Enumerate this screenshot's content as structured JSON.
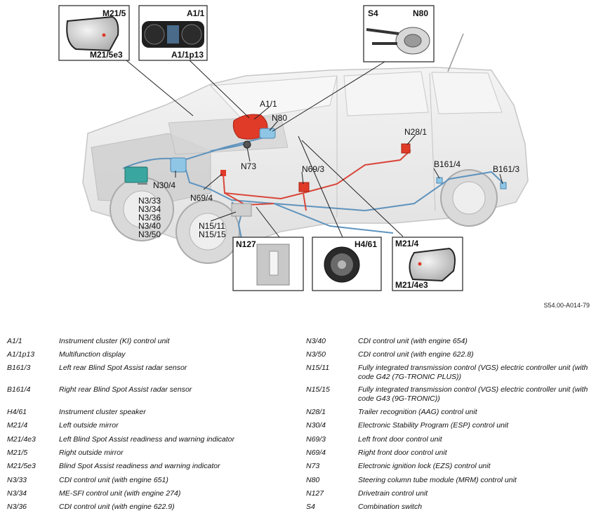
{
  "diagram": {
    "reference": "S54.00-A014-79",
    "callouts": {
      "m21_5": "M21/5",
      "m21_5e3": "M21/5e3",
      "a1_1": "A1/1",
      "a1_1p13": "A1/1p13",
      "s4": "S4",
      "n80_box": "N80",
      "a1_1_car": "A1/1",
      "n80_car": "N80",
      "n28_1": "N28/1",
      "b161_4": "B161/4",
      "b161_3": "B161/3",
      "n73": "N73",
      "n69_3": "N69/3",
      "n30_4": "N30/4",
      "n69_4": "N69/4",
      "n3_33": "N3/33",
      "n3_34": "N3/34",
      "n3_36": "N3/36",
      "n3_40": "N3/40",
      "n3_50": "N3/50",
      "n15_11": "N15/11",
      "n15_15": "N15/15",
      "n127": "N127",
      "h4_61": "H4/61",
      "m21_4": "M21/4",
      "m21_4e3": "M21/4e3"
    }
  },
  "legend": {
    "left": [
      {
        "code": "A1/1",
        "desc": "Instrument cluster (KI) control unit"
      },
      {
        "code": "A1/1p13",
        "desc": "Multifunction display"
      },
      {
        "code": "B161/3",
        "desc": "Left rear Blind Spot Assist radar sensor"
      },
      {
        "code": "B161/4",
        "desc": "Right rear Blind Spot Assist radar sensor"
      },
      {
        "code": "H4/61",
        "desc": "Instrument cluster speaker"
      },
      {
        "code": "M21/4",
        "desc": "Left outside mirror"
      },
      {
        "code": "M21/4e3",
        "desc": "Left Blind Spot Assist readiness and warning indicator"
      },
      {
        "code": "M21/5",
        "desc": "Right outside mirror"
      },
      {
        "code": "M21/5e3",
        "desc": "Blind Spot Assist readiness and warning indicator"
      },
      {
        "code": "N3/33",
        "desc": "CDI control unit (with engine 651)"
      },
      {
        "code": "N3/34",
        "desc": "ME-SFI control unit (with engine 274)"
      },
      {
        "code": "N3/36",
        "desc": "CDI control unit (with engine 622.9)"
      }
    ],
    "right": [
      {
        "code": "N3/40",
        "desc": "CDI control unit (with engine 654)"
      },
      {
        "code": "N3/50",
        "desc": "CDI control unit (with engine 622.8)"
      },
      {
        "code": "N15/11",
        "desc": "Fully integrated transmission control (VGS) electric controller unit (with code G42 (7G-TRONIC PLUS))"
      },
      {
        "code": "N15/15",
        "desc": "Fully integrated transmission control (VGS) electric controller unit (with code G43 (9G-TRONIC))"
      },
      {
        "code": "N28/1",
        "desc": "Trailer recognition (AAG) control unit"
      },
      {
        "code": "N30/4",
        "desc": "Electronic Stability Program (ESP) control unit"
      },
      {
        "code": "N69/3",
        "desc": "Left front door control unit"
      },
      {
        "code": "N69/4",
        "desc": "Right front door control unit"
      },
      {
        "code": "N73",
        "desc": "Electronic ignition lock (EZS) control unit"
      },
      {
        "code": "N80",
        "desc": "Steering column tube module (MRM) control unit"
      },
      {
        "code": "N127",
        "desc": "Drivetrain control unit"
      },
      {
        "code": "S4",
        "desc": "Combination switch"
      }
    ]
  },
  "colors": {
    "highlight_red": "#e03a28",
    "highlight_blue": "#8fc6e6",
    "highlight_teal": "#3aa6a0",
    "wiring_red": "#d9463a",
    "wiring_blue": "#5f93bd"
  }
}
